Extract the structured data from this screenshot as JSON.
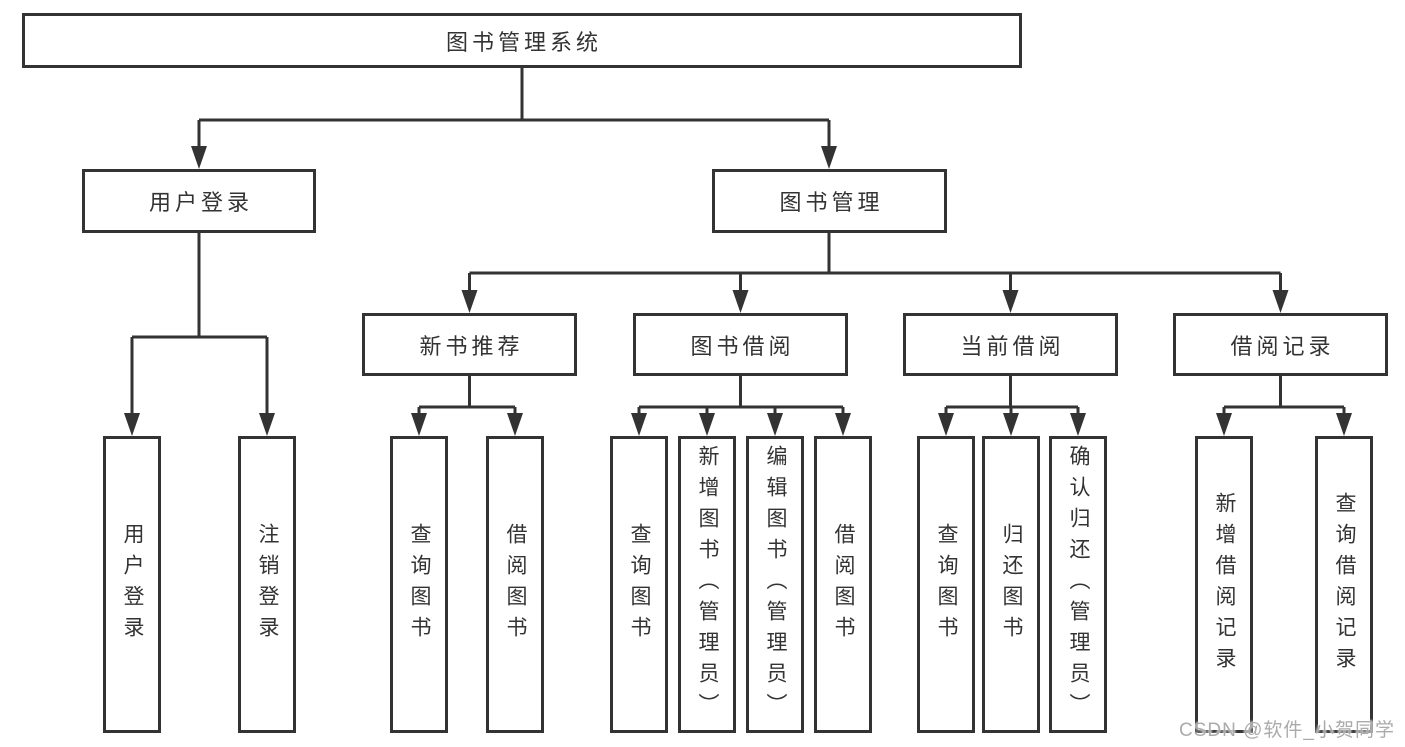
{
  "colors": {
    "line": "#333333",
    "text": "#333333",
    "box_bg": "#ffffff",
    "page_bg": "#ffffff",
    "watermark": "#ababab"
  },
  "watermark": {
    "text": "CSDN @软件_小贺同学"
  },
  "tree": {
    "label": "图书管理系统",
    "children": [
      {
        "label": "用户登录",
        "children": [
          {
            "label": "用户登录"
          },
          {
            "label": "注销登录"
          }
        ]
      },
      {
        "label": "图书管理",
        "children": [
          {
            "label": "新书推荐",
            "children": [
              {
                "label": "查询图书"
              },
              {
                "label": "借阅图书"
              }
            ]
          },
          {
            "label": "图书借阅",
            "children": [
              {
                "label": "查询图书"
              },
              {
                "label": "新增图书（管理员）"
              },
              {
                "label": "编辑图书（管理员）"
              },
              {
                "label": "借阅图书"
              }
            ]
          },
          {
            "label": "当前借阅",
            "children": [
              {
                "label": "查询图书"
              },
              {
                "label": "归还图书"
              },
              {
                "label": "确认归还（管理员）"
              }
            ]
          },
          {
            "label": "借阅记录",
            "children": [
              {
                "label": "新增借阅记录"
              },
              {
                "label": "查询借阅记录"
              }
            ]
          }
        ]
      }
    ]
  }
}
